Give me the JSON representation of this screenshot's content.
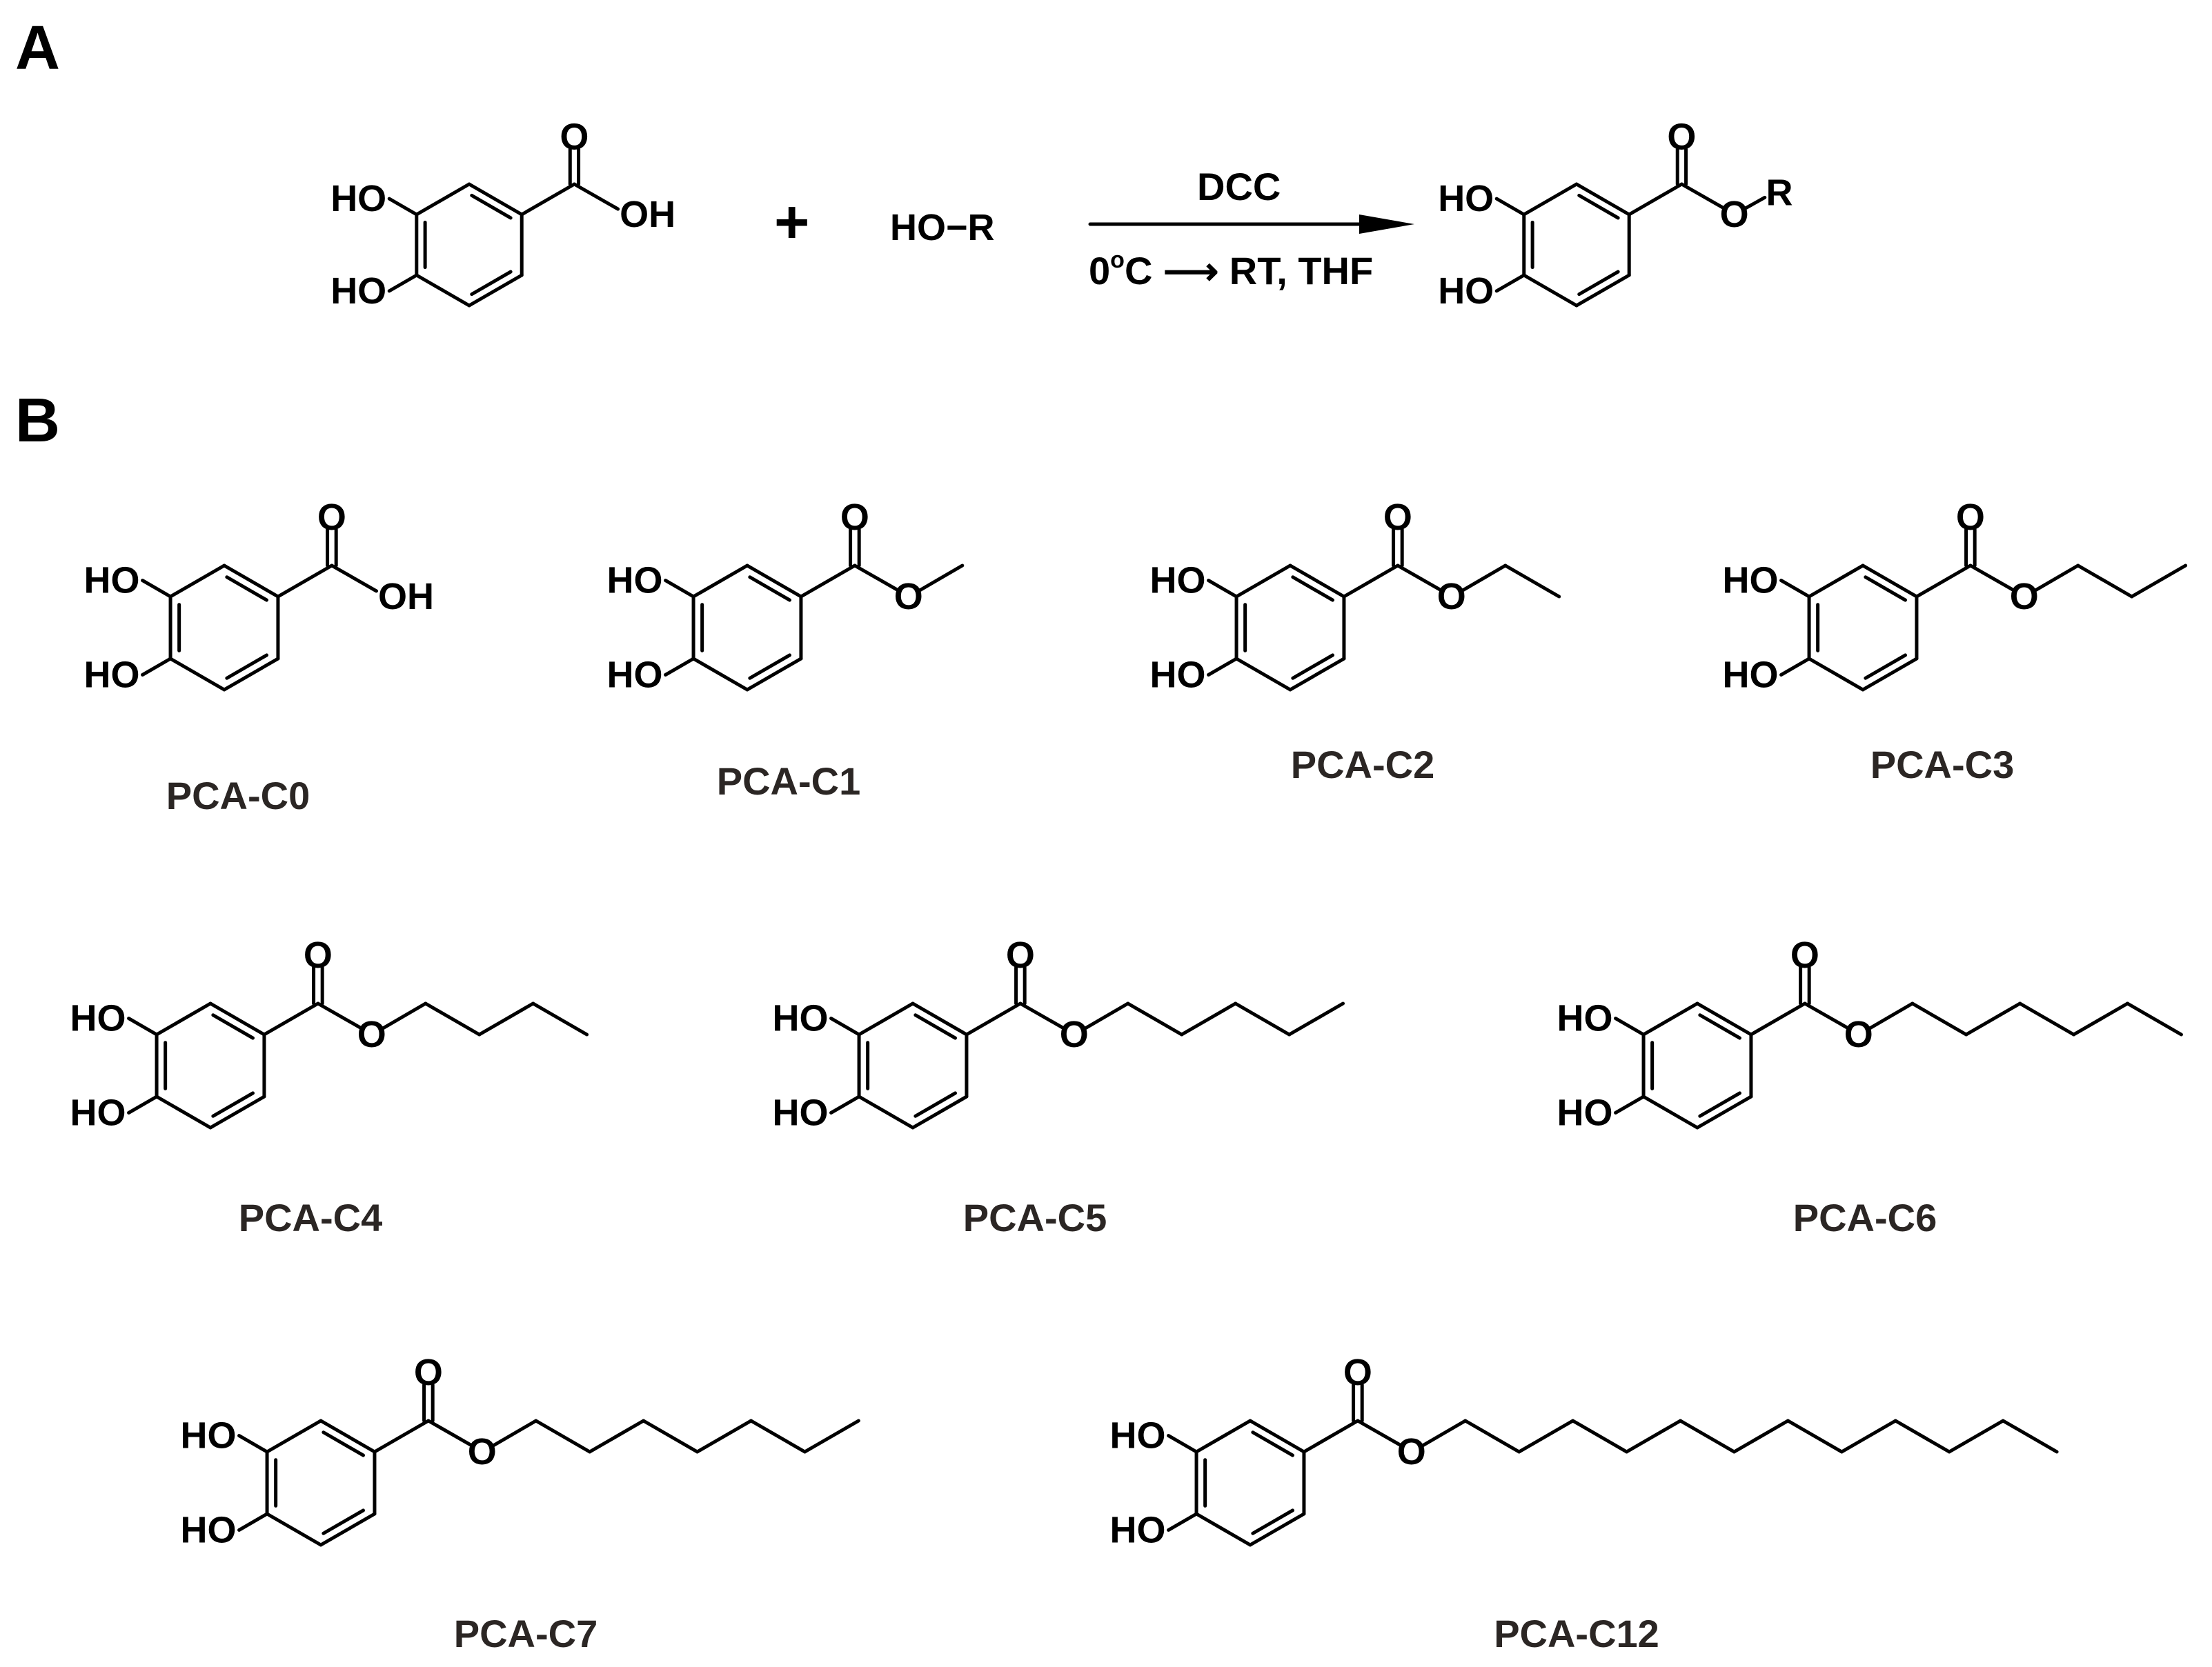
{
  "panels": {
    "a": "A",
    "b": "B"
  },
  "reaction": {
    "reagent": "HO−R",
    "plus": "+",
    "above_arrow": "DCC",
    "temp_value": "0",
    "temp_degree": "o",
    "temp_tail": "C ⟶ RT, THF"
  },
  "labels": {
    "oh": "OH",
    "ho": "HO",
    "o": "O",
    "r": "R"
  },
  "compounds": [
    {
      "name": "PCA-C0",
      "chain_carbons": 0
    },
    {
      "name": "PCA-C1",
      "chain_carbons": 1
    },
    {
      "name": "PCA-C2",
      "chain_carbons": 2
    },
    {
      "name": "PCA-C3",
      "chain_carbons": 3
    },
    {
      "name": "PCA-C4",
      "chain_carbons": 4
    },
    {
      "name": "PCA-C5",
      "chain_carbons": 5
    },
    {
      "name": "PCA-C6",
      "chain_carbons": 6
    },
    {
      "name": "PCA-C7",
      "chain_carbons": 7
    },
    {
      "name": "PCA-C12",
      "chain_carbons": 12
    }
  ]
}
